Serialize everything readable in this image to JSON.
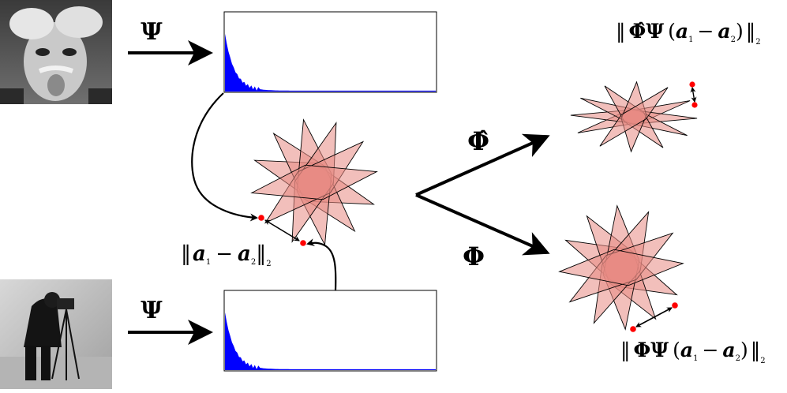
{
  "operators": {
    "psi": "Ψ",
    "phi": "Φ",
    "phi_hat": "Φ̂"
  },
  "vectors": {
    "a1": "a",
    "a1_sub": "1",
    "a2": "a",
    "a2_sub": "2",
    "minus": "−"
  },
  "norm": {
    "bars": "‖",
    "sub": "2",
    "paren_open": "(",
    "paren_close": ")"
  },
  "colors": {
    "spectrum": "#0000ff",
    "petal_fill": "#e88a84",
    "petal_stroke": "#000000",
    "point": "#ff0000",
    "arrow": "#000000",
    "photo_a_bg": "#4a4a4a",
    "photo_b_bg": "#c8c8c8"
  },
  "images": {
    "top_photo": "portrait-photo",
    "bottom_photo": "cameraman-photo"
  }
}
